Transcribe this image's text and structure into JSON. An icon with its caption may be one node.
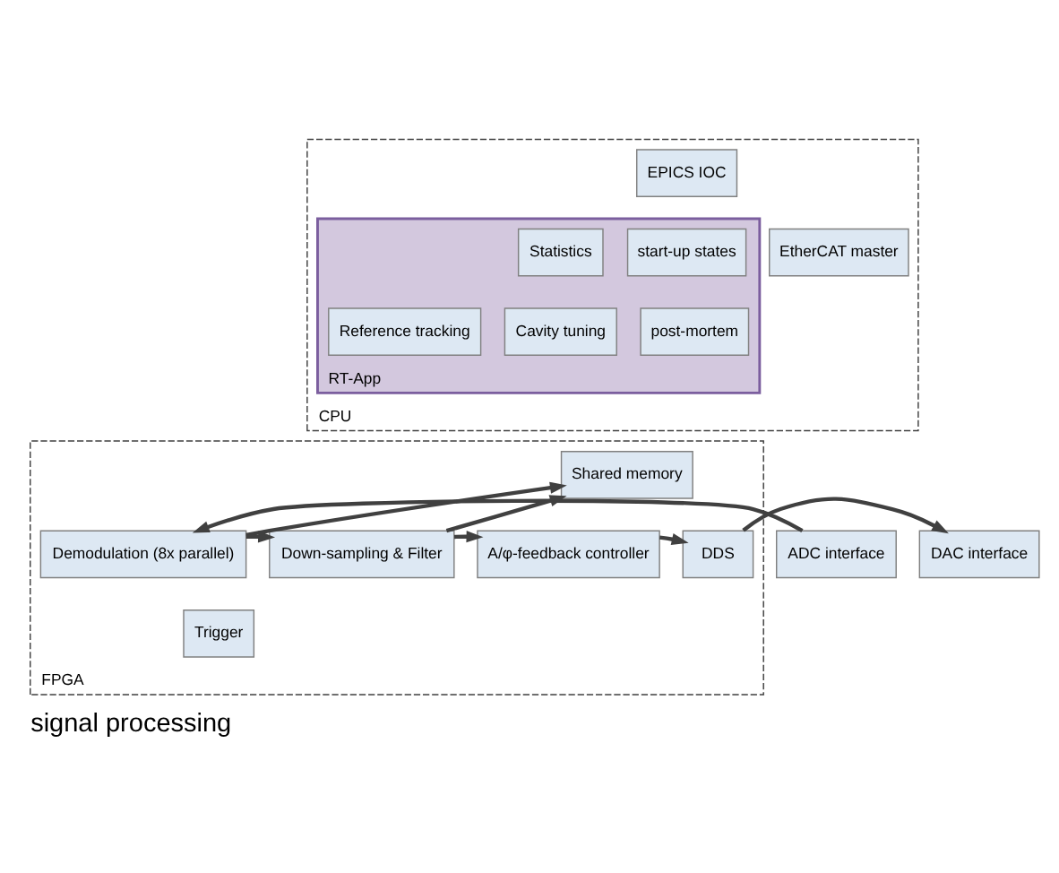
{
  "diagram": {
    "caption": "signal processing",
    "nodes": [
      {
        "text": [
          "CPU"
        ]
      },
      {
        "text": [
          "EPICS IOC"
        ],
        "in": 0
      },
      {
        "text": [
          "RT-App"
        ],
        "in": 0
      },
      {
        "text": [
          "start-up states"
        ],
        "in": 2
      },
      {
        "text": [
          "Statistics"
        ],
        "in": 2
      },
      {
        "text": [
          "post-mortem"
        ],
        "in": 2
      },
      {
        "text": [
          "Reference tracking"
        ],
        "in": 2
      },
      {
        "text": [
          "Cavity tuning"
        ],
        "in": 2
      },
      {
        "text": [
          "EtherCAT master"
        ],
        "in": 0
      },
      {
        "text": [
          "ADC interface"
        ]
      },
      {
        "text": [
          "FPGA"
        ]
      },
      {
        "text": [
          "Shared memory"
        ],
        "in": 10
      },
      {
        "text": [
          "Demodulation (8x parallel)"
        ],
        "in": 10
      },
      {
        "text": [
          "Down-sampling & Filter"
        ],
        "in": 10
      },
      {
        "text": [
          "Trigger"
        ],
        "in": 10
      },
      {
        "text": [
          "A/φ-feedback controller"
        ],
        "in": 10
      },
      {
        "text": [
          "DDS"
        ],
        "in": 10
      },
      {
        "text": [
          "DAC interface"
        ]
      }
    ],
    "edges": [
      {
        "from": 9,
        "to": 12,
        "arrow": "to"
      },
      {
        "from": 12,
        "to": 11,
        "arrow": "to"
      },
      {
        "from": 12,
        "to": 13,
        "arrow": "to"
      },
      {
        "from": 13,
        "to": 11,
        "arrow": "to"
      },
      {
        "from": 13,
        "to": 15,
        "arrow": "to"
      },
      {
        "from": 15,
        "to": 16,
        "arrow": "to"
      },
      {
        "from": 16,
        "to": 17,
        "arrow": "to"
      }
    ]
  }
}
